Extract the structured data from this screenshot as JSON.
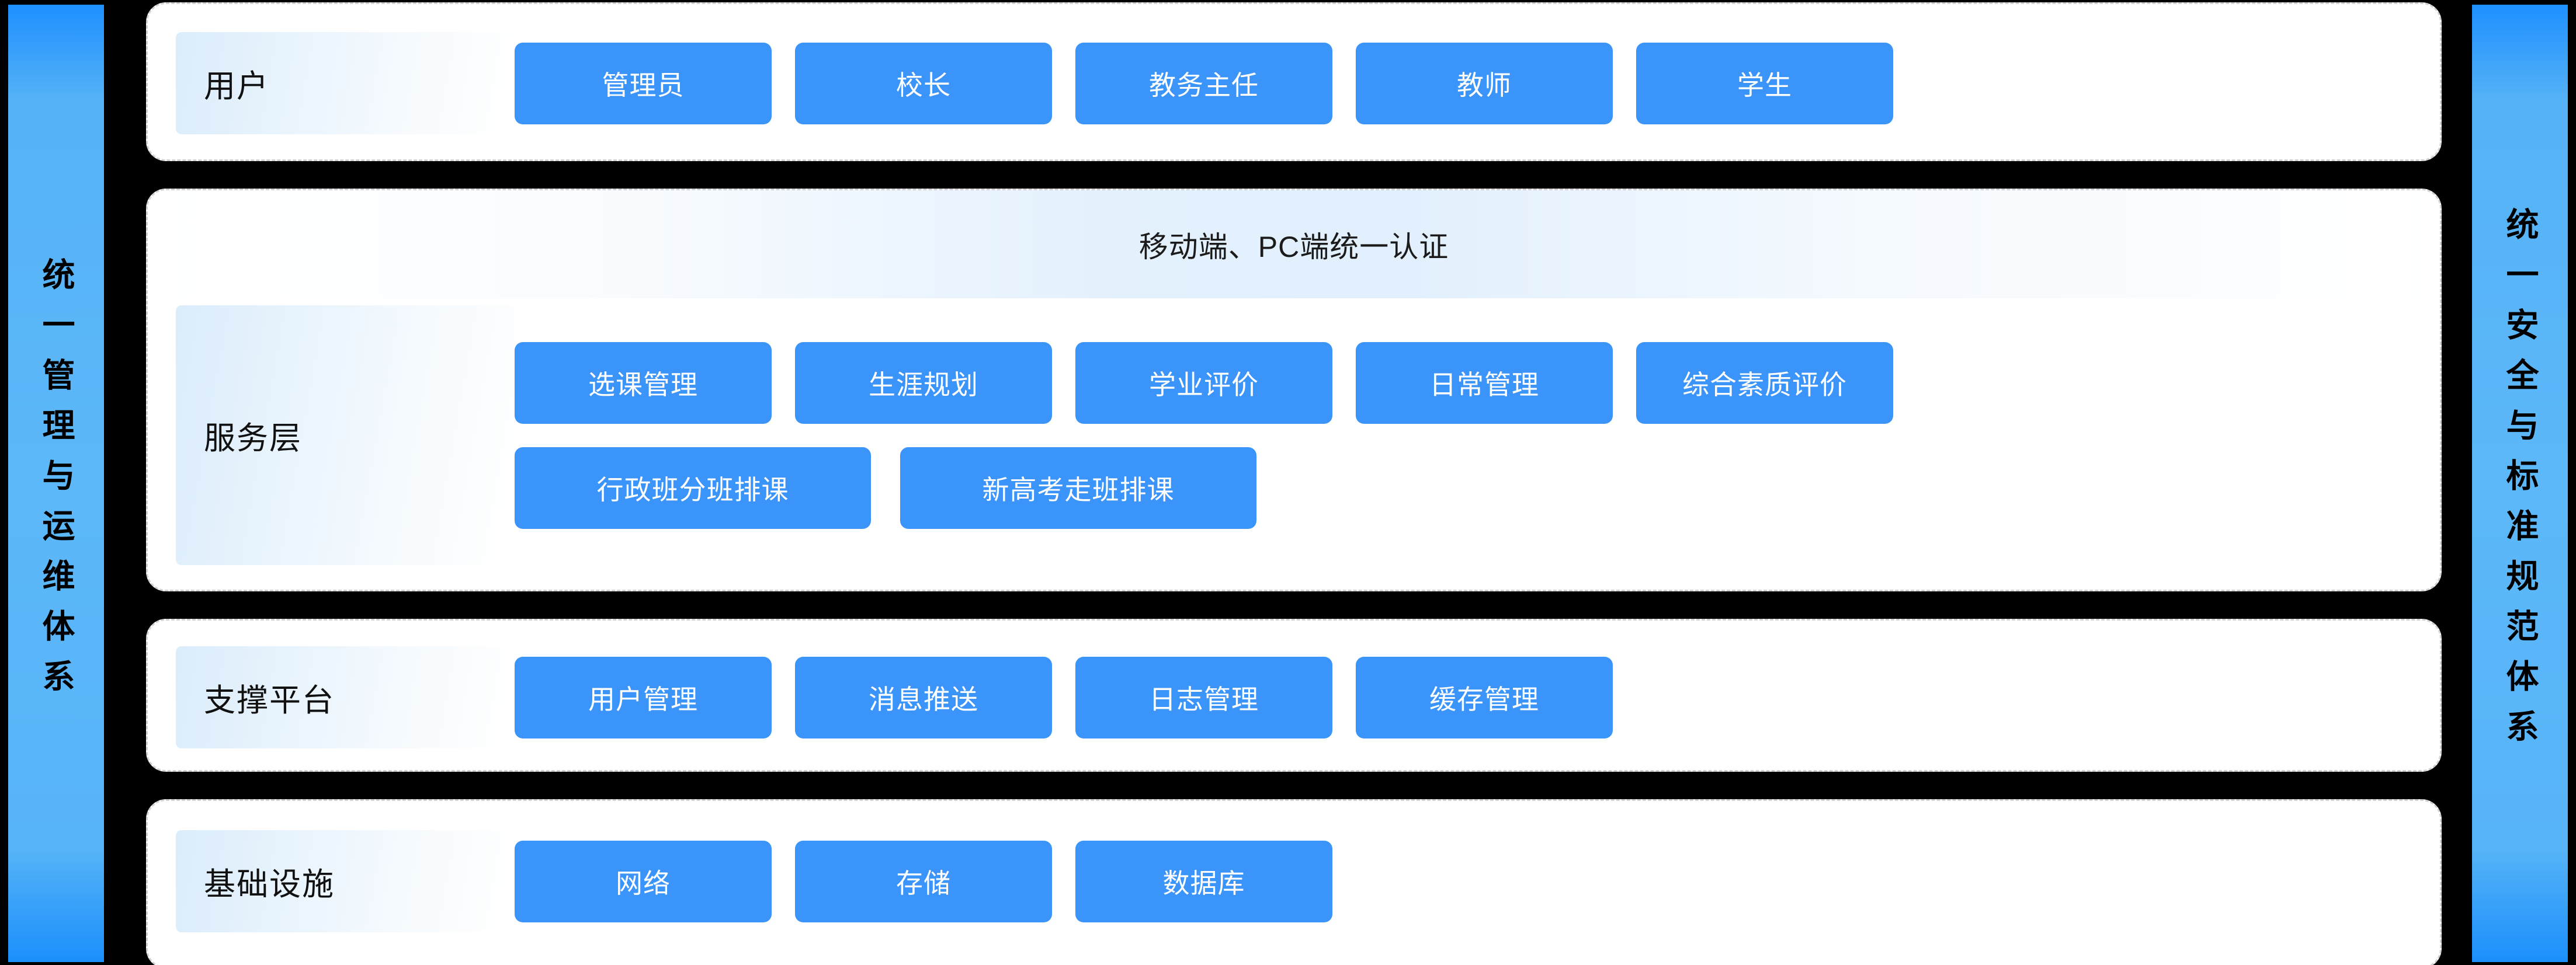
{
  "side_bands": {
    "left": {
      "text": "统一管理与运维体系"
    },
    "right": {
      "text": "统一安全与标准规范体系"
    }
  },
  "banner": {
    "text": "移动端、PC端统一认证"
  },
  "colors": {
    "tile_blue": "#3b94fa",
    "band_blue": "#5cb8f8",
    "card_white": "#ffffff",
    "card_border": "#d0d2d6",
    "background": "#000000",
    "label_chip_start": "#dbecfb",
    "label_chip_end": "#ffffff"
  },
  "layers": [
    {
      "id": "user",
      "label": "用户",
      "rows": [
        [
          "管理员",
          "校长",
          "教务主任",
          "教师",
          "学生"
        ]
      ]
    },
    {
      "id": "service",
      "label": "服务层",
      "rows": [
        [
          "选课管理",
          "生涯规划",
          "学业评价",
          "日常管理",
          "综合素质评价"
        ],
        [
          "行政班分班排课",
          "新高考走班排课"
        ]
      ]
    },
    {
      "id": "support",
      "label": "支撑平台",
      "rows": [
        [
          "用户管理",
          "消息推送",
          "日志管理",
          "缓存管理"
        ]
      ]
    },
    {
      "id": "infra",
      "label": "基础设施",
      "rows": [
        [
          "网络",
          "存储",
          "数据库"
        ]
      ]
    }
  ]
}
